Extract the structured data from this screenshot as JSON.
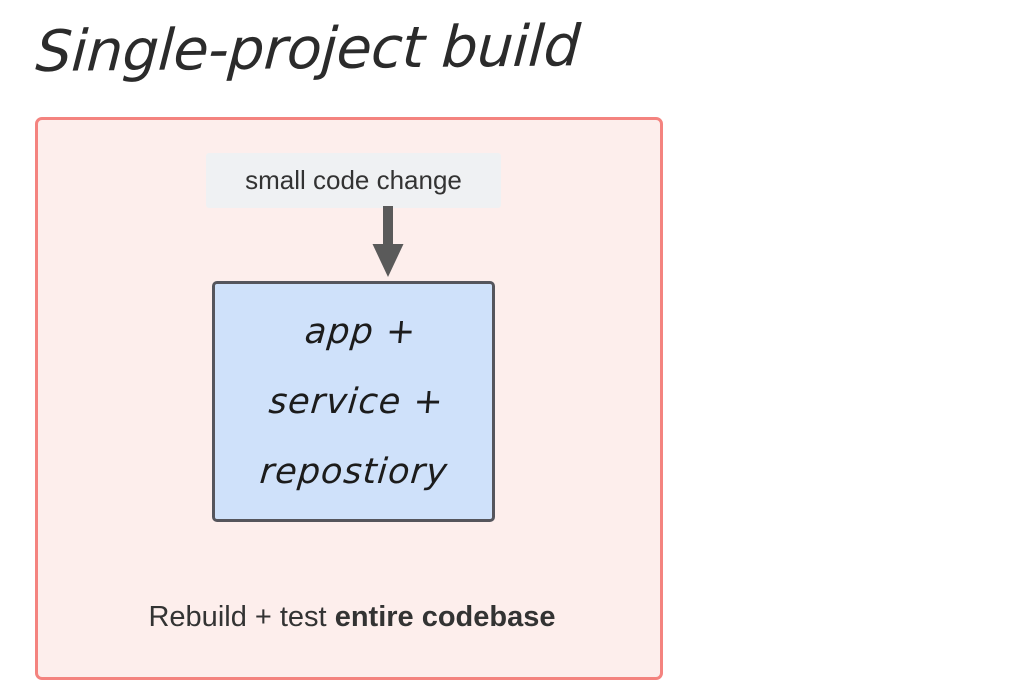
{
  "slide": {
    "title": "Single-project build",
    "background_color": "#ffffff"
  },
  "container": {
    "border_color": "#f4837f",
    "fill_color": "#fdeeec"
  },
  "input_chip": {
    "label": "small code change",
    "fill_color": "#eff1f3",
    "text_color": "#333333"
  },
  "arrow": {
    "icon": "arrow-down-icon",
    "direction": "down",
    "color": "#5a5a5a"
  },
  "monolith_box": {
    "fill_color": "#cfe1fa",
    "border_color": "#55555c",
    "lines": [
      "app +",
      "service +",
      "repostiory"
    ]
  },
  "footer": {
    "prefix": "Rebuild + test ",
    "emphasis": "entire codebase"
  }
}
